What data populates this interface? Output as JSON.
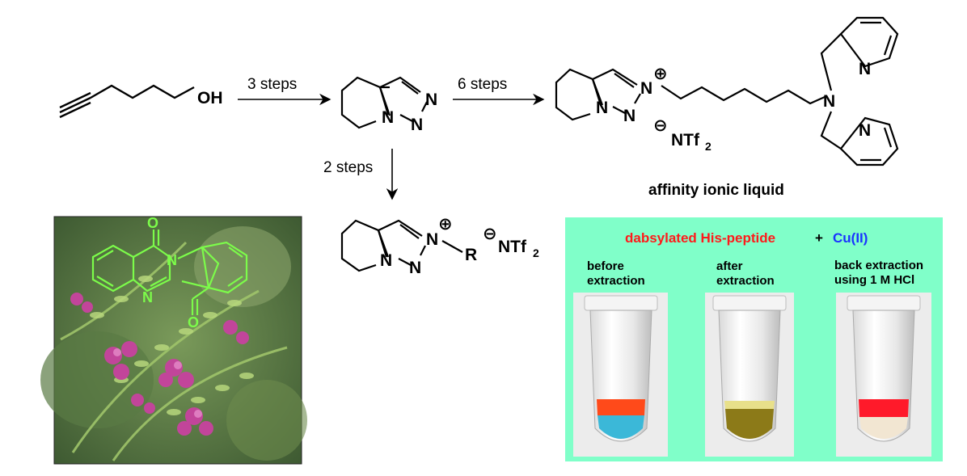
{
  "colors": {
    "bond": "#000000",
    "green_structure": "#7CFC4A",
    "panel_bg": "#80FFC9",
    "red_text": "#FF1A1A",
    "blue_text": "#1A33FF"
  },
  "start": {
    "oh": "OH"
  },
  "arrows": {
    "a1": "3 steps",
    "a2": "6 steps",
    "a3": "2 steps"
  },
  "atoms": {
    "n": "N",
    "r": "R",
    "ntf": "NTf",
    "sub2": "2",
    "plus": "⊕",
    "minus": "⊖",
    "o": "O"
  },
  "ionic_label": "affinity ionic liquid",
  "panel": {
    "title_part1": "dabsylated His-peptide",
    "title_plus": "+",
    "title_part2": "Cu(II)",
    "tube1": [
      "before",
      "extraction"
    ],
    "tube2": [
      "after",
      "extraction"
    ],
    "tube3": [
      "back extraction",
      "using 1 M HCl"
    ]
  }
}
